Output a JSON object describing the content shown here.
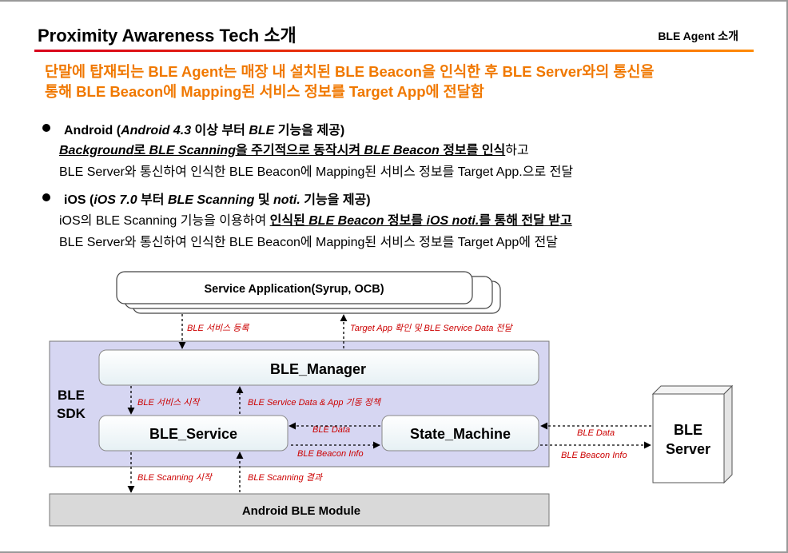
{
  "header": {
    "title": "Proximity Awareness Tech 소개",
    "tag": "BLE Agent 소개"
  },
  "headline": {
    "line1": "단말에 탑재되는 BLE Agent는 매장 내 설치된 BLE Beacon을 인식한 후 BLE Server와의 통신을",
    "line2": "통해 BLE Beacon에 Mapping된 서비스 정보를 Target App에 전달함"
  },
  "android": {
    "name": "Android (",
    "ver": "Android 4.3",
    "ver_rest": " 이상 부터 ",
    "ble": "BLE",
    "ver_end": " 기능을 제공)",
    "l1a": "Background",
    "l1b": "로 ",
    "l1c": "BLE Scanning",
    "l1d": "을 주기적으로 동작시켜 ",
    "l1e": "BLE Beacon",
    "l1f": " 정보를 인식",
    "l1g": "하고",
    "l2": "BLE Server와 통신하여 인식한 BLE Beacon에 Mapping된 서비스 정보를 Target App.으로 전달"
  },
  "ios": {
    "name": "iOS (",
    "ver": "iOS 7.0",
    "ver_rest": " 부터 ",
    "scan": "BLE Scanning",
    "and": " 및 ",
    "noti": "noti.",
    "ver_end": " 기능을 제공)",
    "l1a": "iOS의 BLE Scanning 기능을 이용하여 ",
    "l1b": "인식된 ",
    "l1c": "BLE Beacon",
    "l1d": " 정보를 ",
    "l1e": "iOS noti.",
    "l1f": "를 통해 전달 받고",
    "l2": "BLE Server와 통신하여 인식한 BLE Beacon에 Mapping된 서비스 정보를 Target App에 전달"
  },
  "diagram": {
    "service_app": "Service Application(Syrup, OCB)",
    "sdk_line1": "BLE",
    "sdk_line2": "SDK",
    "manager": "BLE_Manager",
    "service": "BLE_Service",
    "state_machine": "State_Machine",
    "server_line1": "BLE",
    "server_line2": "Server",
    "module": "Android BLE Module",
    "lbl_register": "BLE 서비스 등록",
    "lbl_target": "Target App 확인 및 BLE Service Data 전달",
    "lbl_start": "BLE 서비스 시작",
    "lbl_policy": "BLE Service Data & App 기동 정책",
    "lbl_data1": "BLE Data",
    "lbl_info1": "BLE Beacon Info",
    "lbl_data2": "BLE Data",
    "lbl_info2": "BLE Beacon Info",
    "lbl_scan_start": "BLE Scanning 시작",
    "lbl_scan_result": "BLE Scanning 결과",
    "colors": {
      "accent": "#f07800",
      "label_red": "#cc0000",
      "sdk_bg": "#d6d6f2",
      "box_fill": "#f0f6f8"
    }
  }
}
